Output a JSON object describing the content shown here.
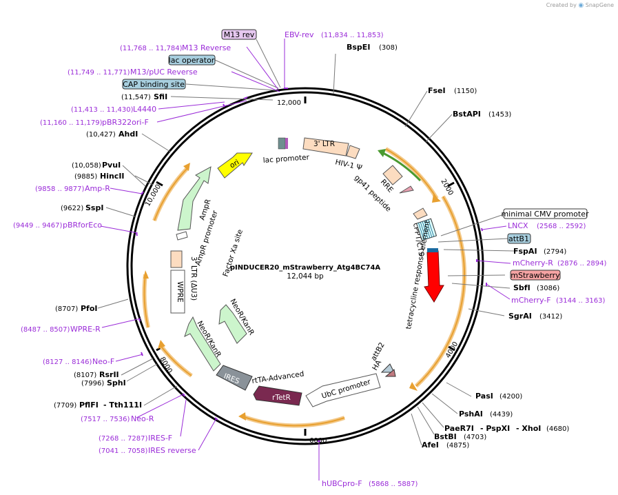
{
  "branding": {
    "created_by": "Created by",
    "app": "SnapGene"
  },
  "plasmid": {
    "name": "pINDUCER20_mStrawberry_Atg4BC74A",
    "length": "12,044 bp"
  },
  "ticks": [
    "2000",
    "4000",
    "6000",
    "8000",
    "10,000",
    "12,000"
  ],
  "boxed_labels": {
    "m13rev": "M13 rev",
    "lac_operator": "lac operator",
    "cap": "CAP binding site",
    "min_cmv": "minimal CMV promoter",
    "attb1": "attB1",
    "mstrawberry": "mStrawberry"
  },
  "sites": {
    "bspei": {
      "name": "BspEI",
      "pos": "(308)"
    },
    "fsei": {
      "name": "FseI",
      "pos": "(1150)"
    },
    "bstapi": {
      "name": "BstAPI",
      "pos": "(1453)"
    },
    "fspai": {
      "name": "FspAI",
      "pos": "(2794)"
    },
    "sbfi": {
      "name": "SbfI",
      "pos": "(3086)"
    },
    "sgrai": {
      "name": "SgrAI",
      "pos": "(3412)"
    },
    "pasi": {
      "name": "PasI",
      "pos": "(4200)"
    },
    "pshai": {
      "name": "PshAI",
      "pos": "(4439)"
    },
    "paer7i": {
      "name": "PaeR7I",
      "sep1": "- PspXI",
      "sep2": "- XhoI",
      "pos": "(4680)"
    },
    "bstbi": {
      "name": "BstBI",
      "pos": "(4703)"
    },
    "afei": {
      "name": "AfeI",
      "pos": "(4875)"
    },
    "sfii": {
      "name": "SfiI",
      "pos": "(11,547)"
    },
    "ahdi": {
      "name": "AhdI",
      "pos": "(10,427)"
    },
    "pvui": {
      "name": "PvuI",
      "pos": "(10,058)"
    },
    "hincii": {
      "name": "HincII",
      "pos": "(9885)"
    },
    "sspi": {
      "name": "SspI",
      "pos": "(9622)"
    },
    "pfoi": {
      "name": "PfoI",
      "pos": "(8707)"
    },
    "rsrii": {
      "name": "RsrII",
      "pos": "(8107)"
    },
    "sphi": {
      "name": "SphI",
      "pos": "(7996)"
    },
    "pflfi": {
      "name": "PflFI",
      "sep": "- Tth111I",
      "pos": "(7709)"
    }
  },
  "primers": {
    "ebv_rev": {
      "name": "EBV-rev",
      "range": "(11,834 .. 11,853)"
    },
    "m13_reverse": {
      "name": "M13 Reverse",
      "range": "(11,768 .. 11,784)"
    },
    "m13_puc_rev": {
      "name": "M13/pUC Reverse",
      "range": "(11,749 .. 11,771)"
    },
    "l4440": {
      "name": "L4440",
      "range": "(11,413 .. 11,430)"
    },
    "pbr322ori_f": {
      "name": "pBR322ori-F",
      "range": "(11,160 .. 11,179)"
    },
    "amp_r": {
      "name": "Amp-R",
      "range": "(9858 .. 9877)"
    },
    "pbrforeco": {
      "name": "pBRforEco",
      "range": "(9449 .. 9467)"
    },
    "wpre_r": {
      "name": "WPRE-R",
      "range": "(8487 .. 8507)"
    },
    "neo_f": {
      "name": "Neo-F",
      "range": "(8127 .. 8146)"
    },
    "neo_r": {
      "name": "Neo-R",
      "range": "(7517 .. 7536)"
    },
    "ires_f": {
      "name": "IRES-F",
      "range": "(7268 .. 7287)"
    },
    "ires_reverse": {
      "name": "IRES reverse",
      "range": "(7041 .. 7058)"
    },
    "hubcpro_f": {
      "name": "hUBCpro-F",
      "range": "(5868 .. 5887)"
    },
    "lncx": {
      "name": "LNCX",
      "range": "(2568 .. 2592)"
    },
    "mcherry_r": {
      "name": "mCherry-R",
      "range": "(2876 .. 2894)"
    },
    "mcherry_f": {
      "name": "mCherry-F",
      "range": "(3144 .. 3163)"
    }
  },
  "features": {
    "ltr3": "3' LTR",
    "hiv1": "HIV-1 Ψ",
    "rre": "RRE",
    "gp41": "gp41 peptide",
    "cppt": "cPPT/CTS",
    "tre": "tetracycline response element",
    "lac_promoter": "lac promoter",
    "ori": "ori",
    "ampr": "AmpR",
    "ampr_promoter": "AmpR promoter",
    "factor_xa": "Factor Xa site",
    "ltr3_au3": "3' LTR (ΔU3)",
    "wpre": "WPRE",
    "neokan1": "NeoR/KanR",
    "neokan2": "NeoR/KanR",
    "ires": "IRES",
    "rtta": "rtTA-Advanced",
    "rtetr": "rTetR",
    "ubc": "UbC promoter",
    "attb2": "attB2",
    "ha": "HA"
  },
  "colors": {
    "backbone": "#000000",
    "primer": "#9a2bd8",
    "orf_orange": "#e8a030",
    "ori_yellow": "#ffff00",
    "ampr_green": "#ccf5cc",
    "mstrawberry_red": "#ff0000",
    "rtetr_maroon": "#7a2950",
    "ires_gray": "#8a9299",
    "ltr_peach": "#fcdcc0",
    "m13_box": "#e6c8f0",
    "lac_box": "#a8cfdf",
    "mstraw_box": "#f4a3a3"
  }
}
